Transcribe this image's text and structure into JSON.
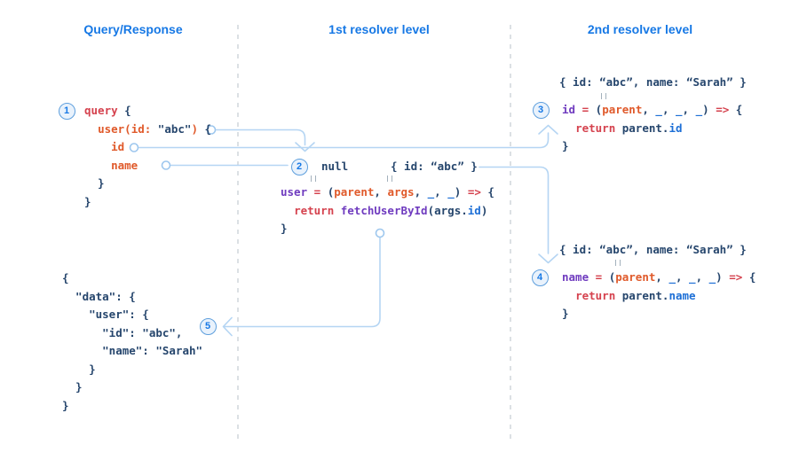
{
  "columns": [
    {
      "label": "Query/Response"
    },
    {
      "label": "1st resolver level"
    },
    {
      "label": "2nd resolver level"
    }
  ],
  "steps": [
    "1",
    "2",
    "3",
    "4",
    "5"
  ],
  "colors": {
    "n": "#26466d",
    "r": "#d5424e",
    "o": "#e05a2b",
    "p": "#6f3bbf",
    "b": "#1d6fd6",
    "header": "#1678e5",
    "line": "#b5d5f3",
    "badge_border": "#5e9fdd",
    "badge_fill": "#e9f2fc",
    "badge_text": "#1678e5",
    "divider": "#ccd2d9",
    "equals_gray": "#a3b1bc"
  },
  "code_blocks": {
    "query": {
      "lines": [
        [
          [
            "query",
            "r"
          ],
          [
            " {",
            "n"
          ]
        ],
        [
          [
            "  ",
            "n"
          ],
          [
            "user(id: ",
            "o"
          ],
          [
            "\"abc\"",
            "n"
          ],
          [
            ") ",
            "o"
          ],
          [
            "{",
            "n"
          ]
        ],
        [
          [
            "    ",
            "n"
          ],
          [
            "id",
            "o"
          ]
        ],
        [
          [
            "    ",
            "n"
          ],
          [
            "name",
            "o"
          ]
        ],
        [
          [
            "  }",
            "n"
          ]
        ],
        [
          [
            "}",
            "n"
          ]
        ]
      ]
    },
    "resolver_user": {
      "result_parent": "null",
      "result_args": "{ id: “abc” }",
      "lines": [
        [
          [
            "user",
            "p"
          ],
          [
            " ",
            "n"
          ],
          [
            "=",
            "r"
          ],
          [
            " (",
            "n"
          ],
          [
            "parent",
            "o"
          ],
          [
            ", ",
            "n"
          ],
          [
            "args",
            "o"
          ],
          [
            ", ",
            "n"
          ],
          [
            "_",
            "b"
          ],
          [
            ", ",
            "n"
          ],
          [
            "_",
            "b"
          ],
          [
            ") ",
            "n"
          ],
          [
            "=>",
            "r"
          ],
          [
            " {",
            "n"
          ]
        ],
        [
          [
            "  ",
            "n"
          ],
          [
            "return",
            "r"
          ],
          [
            " ",
            "n"
          ],
          [
            "fetchUserById",
            "p"
          ],
          [
            "(args.",
            "n"
          ],
          [
            "id",
            "b"
          ],
          [
            ")",
            "n"
          ]
        ],
        [
          [
            "}",
            "n"
          ]
        ]
      ]
    },
    "resolver_id": {
      "result": "{ id: “abc”, name: “Sarah” }",
      "lines": [
        [
          [
            "id",
            "p"
          ],
          [
            " ",
            "n"
          ],
          [
            "=",
            "r"
          ],
          [
            " (",
            "n"
          ],
          [
            "parent",
            "o"
          ],
          [
            ", ",
            "n"
          ],
          [
            "_",
            "b"
          ],
          [
            ", ",
            "n"
          ],
          [
            "_",
            "b"
          ],
          [
            ", ",
            "n"
          ],
          [
            "_",
            "b"
          ],
          [
            ") ",
            "n"
          ],
          [
            "=>",
            "r"
          ],
          [
            " {",
            "n"
          ]
        ],
        [
          [
            "  ",
            "n"
          ],
          [
            "return",
            "r"
          ],
          [
            " parent.",
            "n"
          ],
          [
            "id",
            "b"
          ]
        ],
        [
          [
            "}",
            "n"
          ]
        ]
      ]
    },
    "resolver_name": {
      "result": "{ id: “abc”, name: “Sarah” }",
      "lines": [
        [
          [
            "name",
            "p"
          ],
          [
            " ",
            "n"
          ],
          [
            "=",
            "r"
          ],
          [
            " (",
            "n"
          ],
          [
            "parent",
            "o"
          ],
          [
            ", ",
            "n"
          ],
          [
            "_",
            "b"
          ],
          [
            ", ",
            "n"
          ],
          [
            "_",
            "b"
          ],
          [
            ", ",
            "n"
          ],
          [
            "_",
            "b"
          ],
          [
            ") ",
            "n"
          ],
          [
            "=>",
            "r"
          ],
          [
            " {",
            "n"
          ]
        ],
        [
          [
            "  ",
            "n"
          ],
          [
            "return",
            "r"
          ],
          [
            " parent.",
            "n"
          ],
          [
            "name",
            "b"
          ]
        ],
        [
          [
            "}",
            "n"
          ]
        ]
      ]
    },
    "response": {
      "lines": [
        [
          [
            "{",
            "n"
          ]
        ],
        [
          [
            "  \"data\": {",
            "n"
          ]
        ],
        [
          [
            "    \"user\": {",
            "n"
          ]
        ],
        [
          [
            "      \"id\": \"abc\",",
            "n"
          ]
        ],
        [
          [
            "      \"name\": \"Sarah\"",
            "n"
          ]
        ],
        [
          [
            "    }",
            "n"
          ]
        ],
        [
          [
            "  }",
            "n"
          ]
        ],
        [
          [
            "}",
            "n"
          ]
        ]
      ]
    }
  }
}
